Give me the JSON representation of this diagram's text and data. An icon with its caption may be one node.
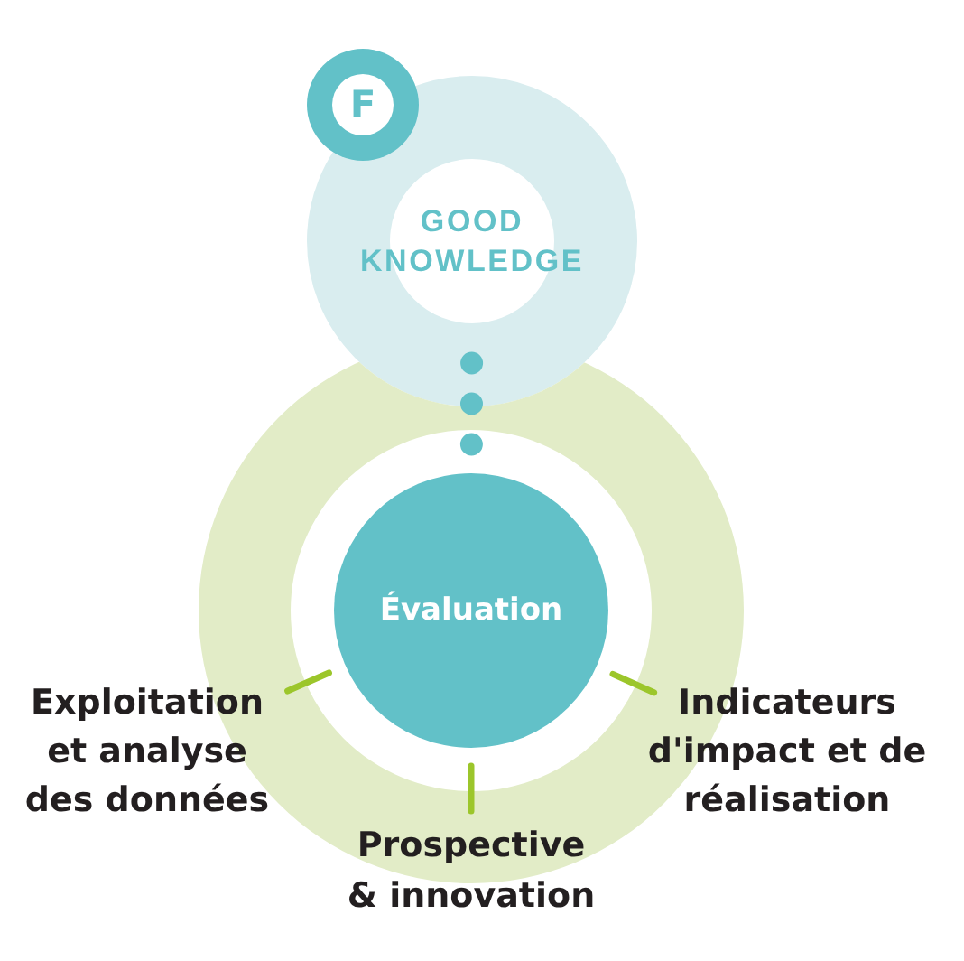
{
  "diagram": {
    "nodes": [
      {
        "text": [
          "F"
        ]
      },
      {
        "text": [
          "GOOD KNOWLEDGE"
        ]
      },
      {
        "text": [],
        "shape": "circle"
      },
      {
        "text": [
          "Évaluation"
        ],
        "in": 2
      },
      {
        "text": [
          "Exploitation et analyse des données"
        ]
      },
      {
        "text": [
          "Indicateurs d'impact et de réalisation"
        ]
      },
      {
        "text": [
          "Prospective & innovation"
        ]
      }
    ],
    "edges": [
      {
        "from": 1,
        "to": 3,
        "arrow": "none",
        "style": "dashed",
        "color": "#62c1c8"
      },
      {
        "from": 4,
        "to": 3,
        "arrow": "none"
      },
      {
        "from": 5,
        "to": 3,
        "arrow": "none"
      },
      {
        "from": 6,
        "to": 3,
        "arrow": "none"
      }
    ]
  }
}
